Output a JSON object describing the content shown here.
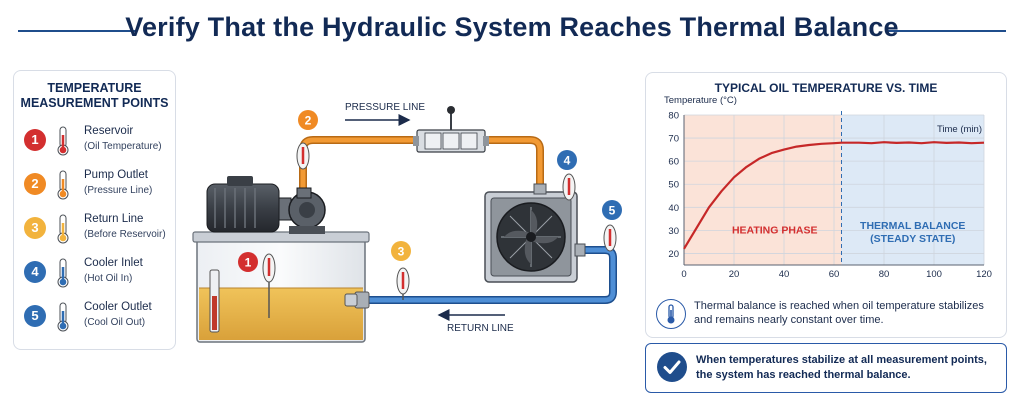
{
  "title": "Verify That the Hydraulic System Reaches Thermal Balance",
  "colors": {
    "navy": "#122a55",
    "red": "#d32f2f",
    "orange": "#f08a24",
    "yellow": "#f2b33d",
    "blue": "#2f6db3",
    "oil": "#e6b54a",
    "heating_fill": "#fbe3d8",
    "balance_fill": "#dde9f6"
  },
  "measurement_points": {
    "title_line1": "TEMPERATURE",
    "title_line2": "MEASUREMENT POINTS",
    "items": [
      {
        "num": "1",
        "label": "Reservoir",
        "sub": "(Oil Temperature)",
        "color": "#d32f2f",
        "icon": "thermometer-icon"
      },
      {
        "num": "2",
        "label": "Pump Outlet",
        "sub": "(Pressure Line)",
        "color": "#f08a24",
        "icon": "thermometer-icon"
      },
      {
        "num": "3",
        "label": "Return Line",
        "sub": "(Before Reservoir)",
        "color": "#f2b33d",
        "icon": "thermometer-icon"
      },
      {
        "num": "4",
        "label": "Cooler Inlet",
        "sub": "(Hot Oil In)",
        "color": "#2f6db3",
        "icon": "thermometer-icon"
      },
      {
        "num": "5",
        "label": "Cooler Outlet",
        "sub": "(Cool Oil Out)",
        "color": "#2f6db3",
        "icon": "thermometer-icon"
      }
    ]
  },
  "diagram": {
    "pressure_line": "PRESSURE LINE",
    "return_line": "RETURN LINE",
    "points": [
      "1",
      "2",
      "3",
      "4",
      "5"
    ]
  },
  "chart_data": {
    "type": "line",
    "title": "TYPICAL OIL TEMPERATURE VS. TIME",
    "ylabel": "Temperature (°C)",
    "xlabel": "Time (min)",
    "xlim": [
      0,
      120
    ],
    "ylim": [
      15,
      80
    ],
    "xticks": [
      0,
      20,
      40,
      60,
      80,
      100,
      120
    ],
    "yticks": [
      20,
      30,
      40,
      50,
      60,
      70,
      80
    ],
    "grid": true,
    "balance_start": 63,
    "series": [
      {
        "x": [
          0,
          5,
          10,
          15,
          20,
          25,
          30,
          35,
          40,
          45,
          50,
          55,
          60,
          63,
          70,
          75,
          80,
          85,
          90,
          95,
          100,
          105,
          110,
          115,
          120
        ],
        "y": [
          22,
          31,
          40,
          47,
          53,
          57.5,
          61,
          63.5,
          65,
          66.3,
          67,
          67.5,
          67.8,
          68,
          68,
          67.8,
          68.2,
          67.9,
          68.1,
          67.8,
          68.2,
          67.9,
          68.1,
          67.8,
          68
        ]
      }
    ],
    "annotations": [
      {
        "text_line1": "HEATING PHASE",
        "text_line2": "",
        "color": "#d32f2f"
      },
      {
        "text_line1": "THERMAL BALANCE",
        "text_line2": "(STEADY STATE)",
        "color": "#2f6db3"
      }
    ]
  },
  "chart_note": {
    "line1": "Thermal balance is reached when oil temperature stabilizes",
    "line2": "and remains nearly constant over time."
  },
  "conclusion": {
    "line1": "When temperatures stabilize at all measurement points,",
    "line2": "the system has reached thermal balance."
  }
}
